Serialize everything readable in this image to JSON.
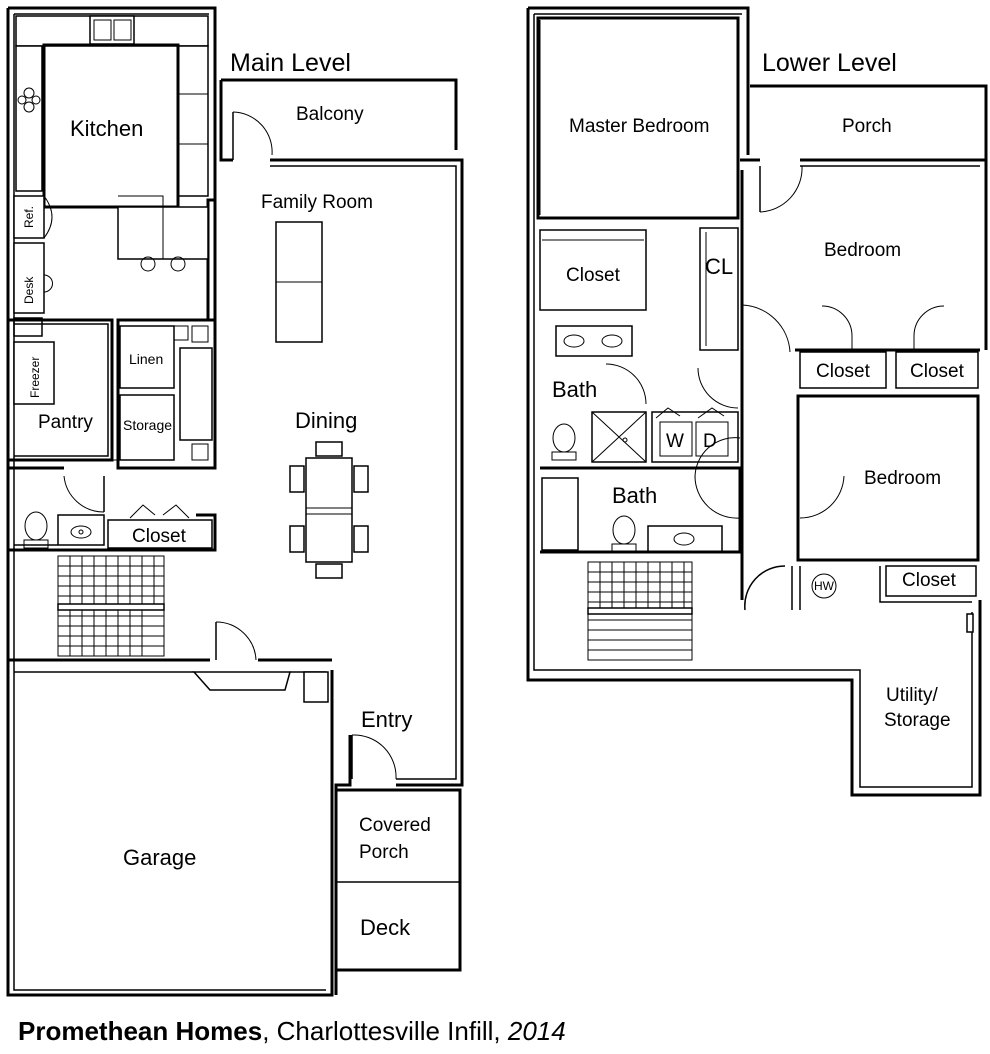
{
  "caption": {
    "builder": "Promethean Homes",
    "separator": ",",
    "project": "Charlottesville Infill",
    "year": "2014"
  },
  "main_level": {
    "heading": "Main Level",
    "rooms": {
      "kitchen": "Kitchen",
      "balcony": "Balcony",
      "family_room": "Family Room",
      "ref": "Ref.",
      "desk": "Desk",
      "freezer": "Freezer",
      "linen": "Linen",
      "pantry": "Pantry",
      "storage": "Storage",
      "dining": "Dining",
      "closet": "Closet",
      "entry": "Entry",
      "garage": "Garage",
      "covered_porch_1": "Covered",
      "covered_porch_2": "Porch",
      "deck": "Deck"
    }
  },
  "lower_level": {
    "heading": "Lower Level",
    "rooms": {
      "master_bedroom": "Master Bedroom",
      "porch": "Porch",
      "closet_master": "Closet",
      "cl": "CL",
      "bedroom_1": "Bedroom",
      "bath_1": "Bath",
      "closet_a": "Closet",
      "closet_b": "Closet",
      "washer": "W",
      "dryer": "D",
      "bedroom_2": "Bedroom",
      "bath_2": "Bath",
      "hw": "HW",
      "closet_c": "Closet",
      "utility_1": "Utility/",
      "utility_2": "Storage"
    }
  }
}
